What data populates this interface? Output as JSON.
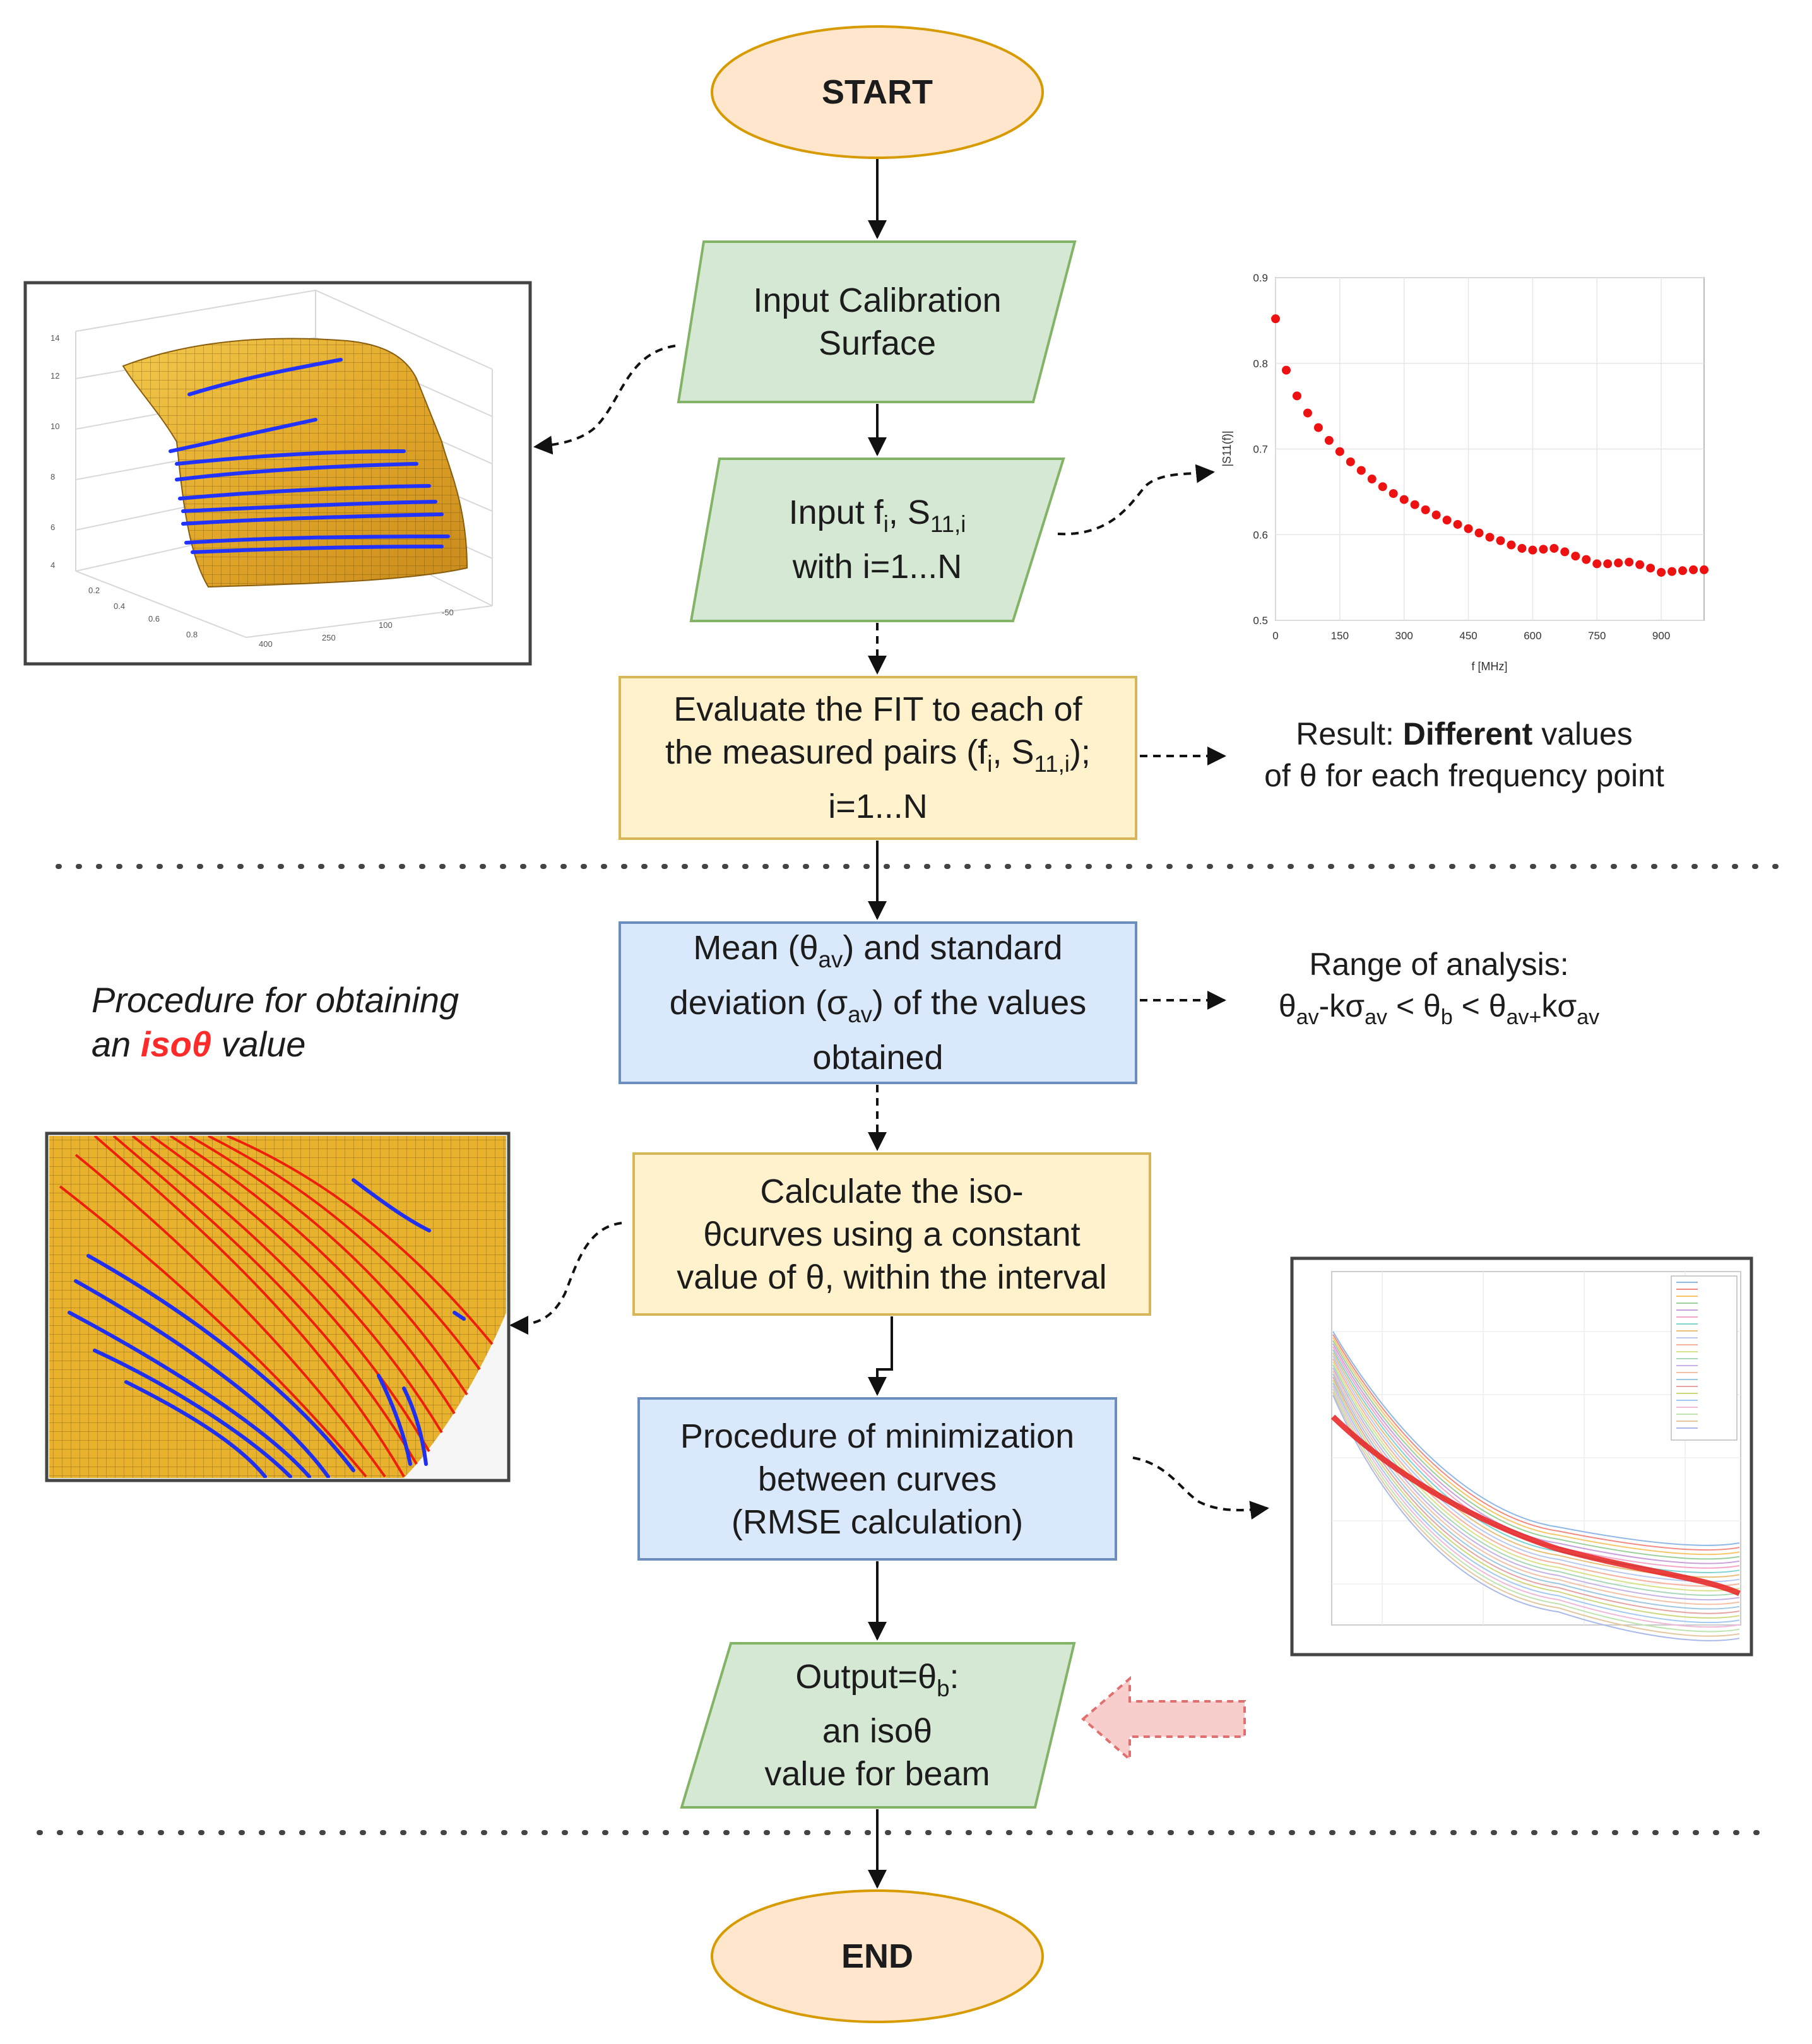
{
  "nodes": {
    "start": "START",
    "input_surface": [
      "Input Calibration",
      "Surface"
    ],
    "input_f": {
      "pre": "Input f",
      "sub_i": "i",
      "mid": ", S",
      "sub_11i": "11,i",
      "line2": "with i=1...N"
    },
    "evaluate": {
      "l1": "Evaluate the FIT to each of",
      "l2a": "the measured pairs (f",
      "l2b": "i",
      "l2c": ", S",
      "l2d": "11,i",
      "l2e": ");",
      "l3": "i=1...N"
    },
    "mean": {
      "l1a": "Mean (θ",
      "l1b": "av",
      "l1c": ") and standard",
      "l2a": "deviation (σ",
      "l2b": "av",
      "l2c": ") of the values",
      "l3": "obtained"
    },
    "calculate": [
      "Calculate the iso-",
      "θcurves using a constant",
      "value of θ, within the interval"
    ],
    "minimization": [
      "Procedure of minimization",
      "between curves",
      "(RMSE calculation)"
    ],
    "output": {
      "l1a": "Output=θ",
      "l1b": "b",
      "l1c": ":",
      "l2": "an isoθ",
      "l3": "value for beam"
    },
    "end": "END"
  },
  "annotations": {
    "result": {
      "a": "Result: ",
      "b": "Different",
      "c": " values",
      "l2": "of θ for each frequency point"
    },
    "range": {
      "title": "Range of analysis:",
      "f1": "θ",
      "s1": "av",
      "f2": "-kσ",
      "s2": "av",
      "f3": " < θ",
      "s3": "b",
      "f4": " < θ",
      "s4": "av+",
      "f5": "kσ",
      "s5": "av"
    },
    "procedure": {
      "l1": "Procedure for obtaining",
      "l2a": "an ",
      "l2b": "isoθ",
      "l2c": " value"
    }
  },
  "chart_data": {
    "type": "scatter",
    "title": "",
    "xlabel": "f [MHz]",
    "ylabel": "|S11(f)|",
    "xlim": [
      0,
      1000
    ],
    "ylim": [
      0.5,
      0.9
    ],
    "xticks": [
      0,
      150,
      300,
      450,
      600,
      750,
      900
    ],
    "yticks": [
      0.5,
      0.6,
      0.7,
      0.8,
      0.9
    ],
    "x": [
      0,
      25,
      50,
      75,
      100,
      125,
      150,
      175,
      200,
      225,
      250,
      275,
      300,
      325,
      350,
      375,
      400,
      425,
      450,
      475,
      500,
      525,
      550,
      575,
      600,
      625,
      650,
      675,
      700,
      725,
      750,
      775,
      800,
      825,
      850,
      875,
      900,
      925,
      950,
      975,
      1000
    ],
    "values": [
      0.852,
      0.792,
      0.762,
      0.742,
      0.725,
      0.71,
      0.697,
      0.685,
      0.675,
      0.665,
      0.656,
      0.648,
      0.641,
      0.635,
      0.629,
      0.623,
      0.617,
      0.612,
      0.607,
      0.602,
      0.597,
      0.593,
      0.588,
      0.584,
      0.582,
      0.583,
      0.584,
      0.58,
      0.575,
      0.571,
      0.566,
      0.566,
      0.567,
      0.568,
      0.565,
      0.561,
      0.556,
      0.557,
      0.558,
      0.559,
      0.559
    ],
    "color": "#ee1111"
  },
  "colors": {
    "terminal_fill": "#ffe6cc",
    "terminal_stroke": "#d79b00",
    "io_fill": "#d5e8d4",
    "io_stroke": "#82b366",
    "yellow_fill": "#fff2cc",
    "yellow_stroke": "#d6b656",
    "blue_fill": "#dae8fc",
    "blue_stroke": "#6c8ebf"
  }
}
